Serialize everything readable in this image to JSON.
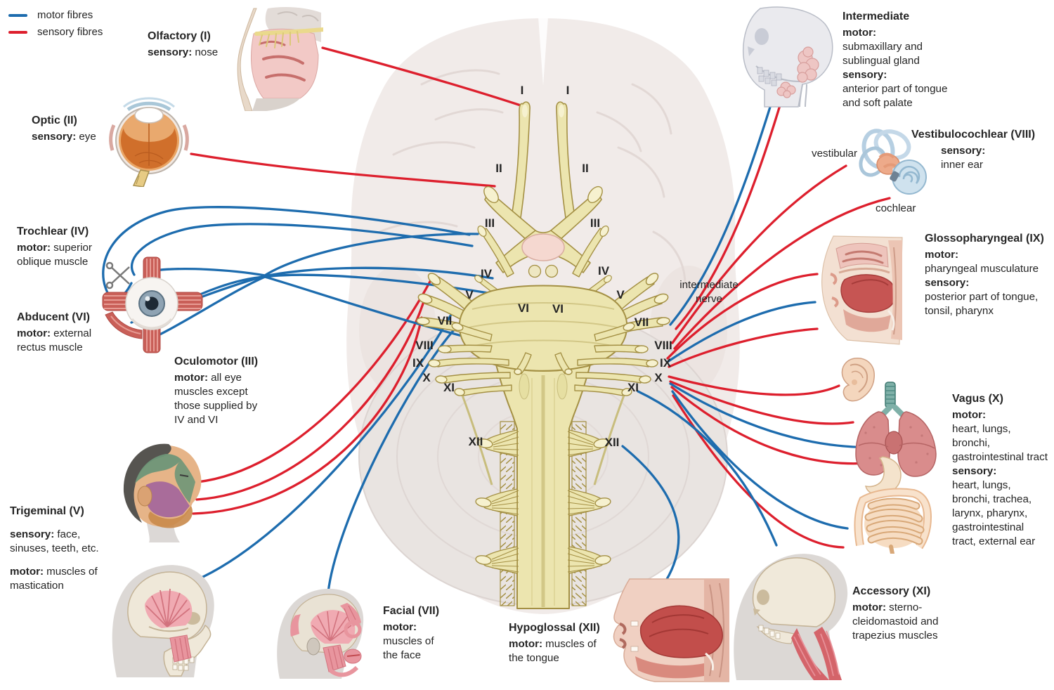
{
  "legend": {
    "motor_label": "motor fibres",
    "sensory_label": "sensory fibres"
  },
  "colors": {
    "motor_fibre": "#1d6cae",
    "sensory_fibre": "#dd1f2d"
  },
  "numerals": [
    "I",
    "II",
    "III",
    "IV",
    "V",
    "VI",
    "VII",
    "VIII",
    "IX",
    "X",
    "XI",
    "XII"
  ],
  "central": {
    "intermediate_nerve": "intermediate nerve"
  },
  "nerves": {
    "olfactory": {
      "title": "Olfactory (I)",
      "sensory_kw": "sensory:",
      "sensory_desc": "nose"
    },
    "optic": {
      "title": "Optic (II)",
      "sensory_kw": "sensory:",
      "sensory_desc": "eye"
    },
    "oculomotor": {
      "title": "Oculomotor (III)",
      "motor_kw": "motor:",
      "motor_desc": "all eye muscles except those supplied by IV and VI"
    },
    "trochlear": {
      "title": "Trochlear (IV)",
      "motor_kw": "motor:",
      "motor_desc": "superior oblique muscle"
    },
    "trigeminal": {
      "title": "Trigeminal (V)",
      "sensory_kw": "sensory:",
      "sensory_desc": "face, sinuses, teeth, etc.",
      "motor_kw": "motor:",
      "motor_desc": "muscles of mastication"
    },
    "abducent": {
      "title": "Abducent (VI)",
      "motor_kw": "motor:",
      "motor_desc": "external rectus muscle"
    },
    "facial": {
      "title": "Facial (VII)",
      "motor_kw": "motor:",
      "motor_desc": "muscles of the face"
    },
    "intermediate": {
      "title": "Intermediate",
      "motor_kw": "motor:",
      "motor_desc": "submaxillary and sublingual gland",
      "sensory_kw": "sensory:",
      "sensory_desc": "anterior part of tongue and soft palate"
    },
    "vestibulocochlear": {
      "title": "Vestibulocochlear (VIII)",
      "sensory_kw": "sensory:",
      "sensory_desc": "inner ear",
      "branch_vestibular": "vestibular",
      "branch_cochlear": "cochlear"
    },
    "glossopharyngeal": {
      "title": "Glossopharyngeal (IX)",
      "motor_kw": "motor:",
      "motor_desc": "pharyngeal musculature",
      "sensory_kw": "sensory:",
      "sensory_desc": "posterior part of tongue, tonsil, pharynx"
    },
    "vagus": {
      "title": "Vagus (X)",
      "motor_kw": "motor:",
      "motor_desc": "heart, lungs, bronchi, gastrointestinal tract",
      "sensory_kw": "sensory:",
      "sensory_desc": "heart, lungs, bronchi, trachea, larynx, pharynx, gastrointestinal tract, external ear"
    },
    "accessory": {
      "title": "Accessory (XI)",
      "motor_kw": "motor:",
      "motor_desc": "sterno-cleidomastoid and trapezius muscles"
    },
    "hypoglossal": {
      "title": "Hypoglossal (XII)",
      "motor_kw": "motor:",
      "motor_desc": "muscles of the tongue"
    }
  }
}
